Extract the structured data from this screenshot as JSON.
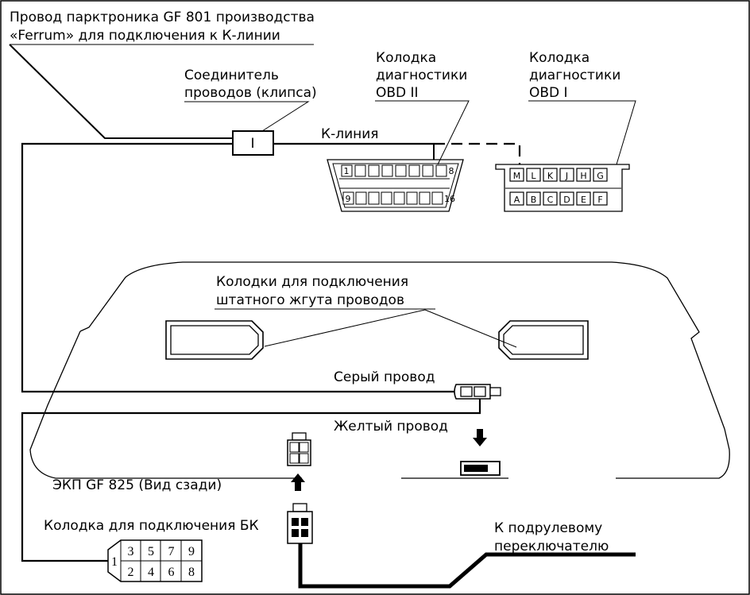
{
  "labels": {
    "wire_title_line1": "Провод парктроника GF 801 производства",
    "wire_title_line2": "«Ferrum» для подключения к К-линии",
    "clip_line1": "Соединитель",
    "clip_line2": "проводов (клипса)",
    "obd2_line1": "Колодка",
    "obd2_line2": "диагностики",
    "obd2_line3": "OBD II",
    "obd1_line1": "Колодка",
    "obd1_line2": "диагностики",
    "obd1_line3": "OBD I",
    "k_line": "К-линия",
    "harness_line1": "Колодки для подключения",
    "harness_line2": "штатного жгута проводов",
    "grey_wire": "Серый провод",
    "yellow_wire": "Желтый провод",
    "display_name": "ЭКП GF 825 (Вид сзади)",
    "bk_connector": "Колодка для подключения БК",
    "steering_line1": "К подрулевому",
    "steering_line2": "переключателю"
  },
  "obd2_pins": {
    "top_left": "1",
    "top_right": "8",
    "bottom_left": "9",
    "bottom_right": "16"
  },
  "obd1_pins": {
    "top_row": [
      "M",
      "L",
      "K",
      "J",
      "H",
      "G"
    ],
    "bottom_row": [
      "A",
      "B",
      "C",
      "D",
      "E",
      "F"
    ]
  },
  "bk_pins": {
    "left": "1",
    "top_row": [
      "3",
      "5",
      "7",
      "9"
    ],
    "bottom_row": [
      "2",
      "4",
      "6",
      "8"
    ]
  },
  "clip_mark": "I",
  "colors": {
    "line": "#000000",
    "background": "#ffffff"
  }
}
